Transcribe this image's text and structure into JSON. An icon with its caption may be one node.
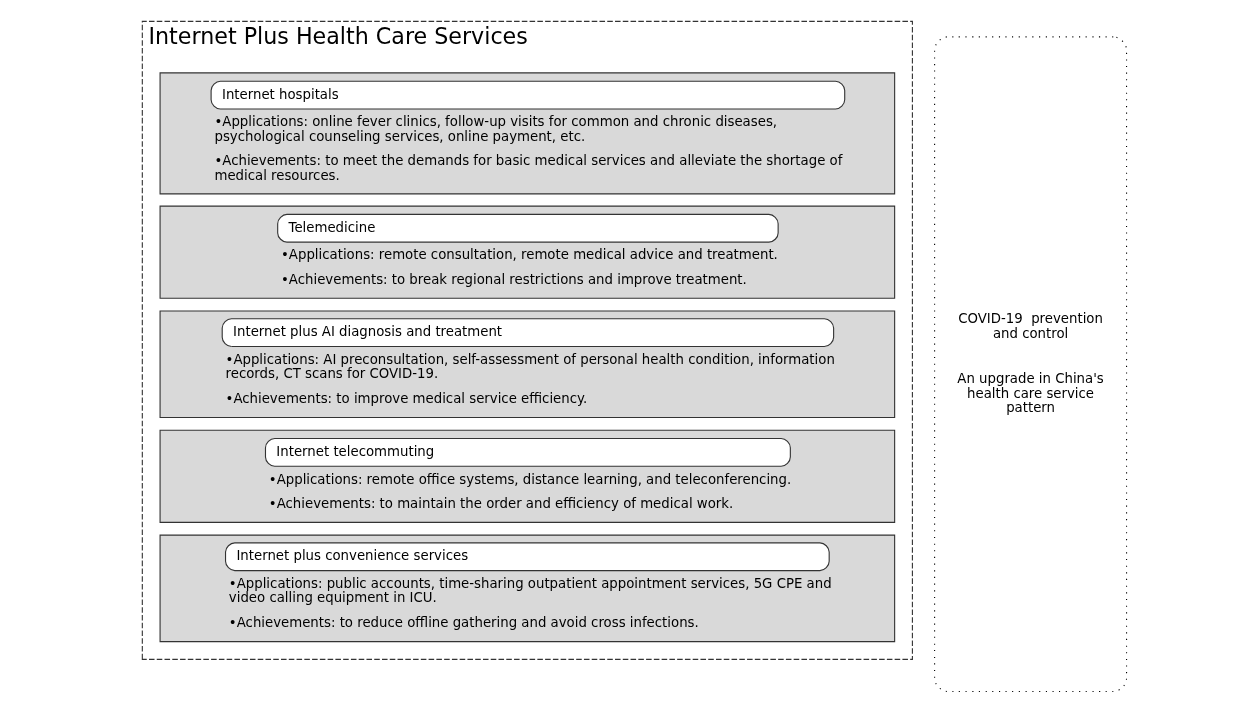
{
  "diagram": {
    "nodes": [
      {
        "text": [
          "Internet Plus Health Care Services"
        ]
      },
      {
        "text": [
          "Internet hospitals",
          "•Applications: online fever clinics, follow-up visits for common and chronic diseases, psychological counseling services, online payment, etc.",
          "•Achievements: to meet the demands for basic medical services and alleviate the shortage of medical resources."
        ],
        "in": 0
      },
      {
        "text": [
          "Telemedicine",
          "•Applications: remote consultation, remote medical advice and treatment.",
          "•Achievements: to break regional restrictions and improve treatment."
        ],
        "in": 0
      },
      {
        "text": [
          "Internet plus AI diagnosis and treatment",
          "•Applications: AI preconsultation, self-assessment of personal health condition, information records, CT scans for COVID-19.",
          "•Achievements: to improve medical service efficiency."
        ],
        "in": 0
      },
      {
        "text": [
          "Internet telecommuting",
          "•Applications: remote office systems, distance learning, and teleconferencing.",
          "•Achievements: to maintain the order and efficiency of medical work."
        ],
        "in": 0
      },
      {
        "text": [
          "Internet plus convenience services",
          "•Applications: public accounts, time-sharing outpatient appointment services, 5G CPE and video calling equipment in ICU.",
          "•Achievements: to reduce offline gathering and avoid cross infections."
        ],
        "in": 0
      },
      {
        "text": [
          "COVID-19  prevention and control",
          "An upgrade in China's health care service pattern"
        ]
      }
    ],
    "edges": []
  }
}
